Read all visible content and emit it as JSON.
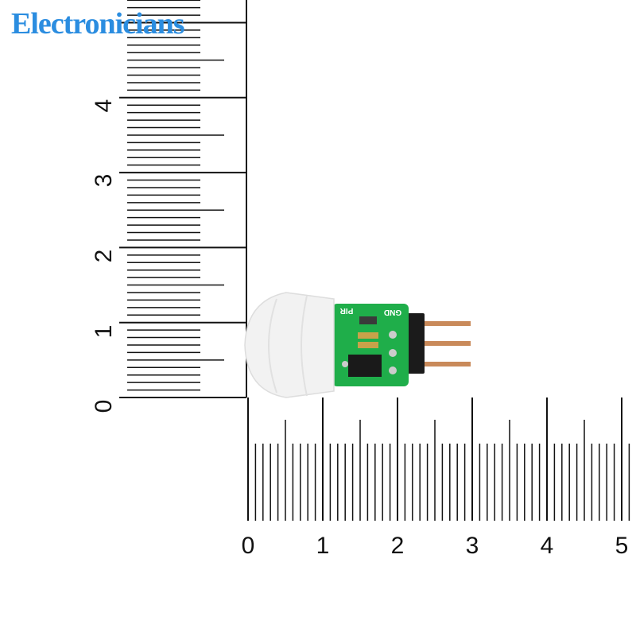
{
  "brand": {
    "text": "Electronicians",
    "color": "#2b8de0"
  },
  "vertical_ruler": {
    "labels": [
      "0",
      "1",
      "2",
      "3",
      "4"
    ]
  },
  "horizontal_ruler": {
    "labels": [
      "0",
      "1",
      "2",
      "3",
      "4",
      "5"
    ]
  },
  "sensor": {
    "pin_labels": [
      "GND",
      "PIR"
    ],
    "pcb_color": "#1fae4a",
    "lens_color": "#f2f2f2"
  }
}
